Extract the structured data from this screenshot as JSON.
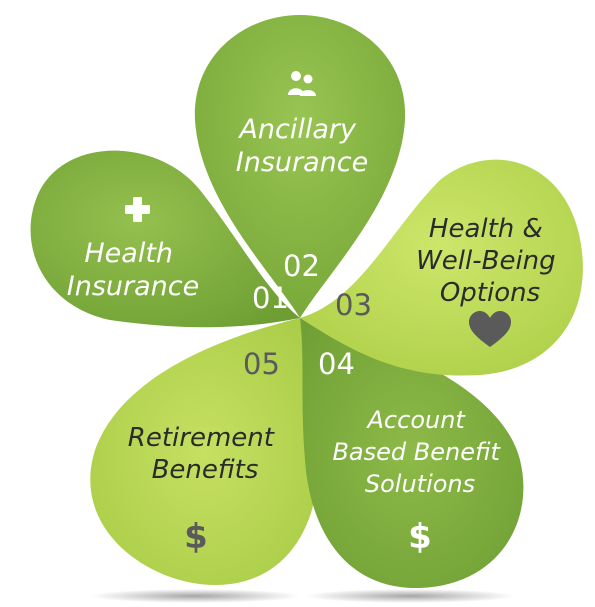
{
  "petals": [
    {
      "number": "01",
      "label_lines": [
        "Health",
        "Insurance"
      ],
      "icon": "plus-icon",
      "color": "#7FAE3C",
      "text_color": "#ffffff",
      "number_color": "#ffffff"
    },
    {
      "number": "02",
      "label_lines": [
        "Ancillary",
        "Insurance"
      ],
      "icon": "people-icon",
      "color": "#86B540",
      "text_color": "#ffffff",
      "number_color": "#ffffff"
    },
    {
      "number": "03",
      "label_lines": [
        "Health &",
        "Well-Being",
        "Options"
      ],
      "icon": "heart-icon",
      "color": "#B8D94E",
      "text_color": "#2b2b2b",
      "number_color": "#5a5a5a"
    },
    {
      "number": "04",
      "label_lines": [
        "Account",
        "Based Benefit",
        "Solutions"
      ],
      "icon": "dollar-icon",
      "color": "#7CAB3A",
      "text_color": "#ffffff",
      "number_color": "#ffffff"
    },
    {
      "number": "05",
      "label_lines": [
        "Retirement",
        "Benefits"
      ],
      "icon": "dollar-icon",
      "color": "#B5D54C",
      "text_color": "#2b2b2b",
      "number_color": "#5a5a5a"
    }
  ],
  "icon_colors": {
    "light_petal_icon": "#5a5a5a",
    "dark_petal_icon": "#ffffff"
  }
}
